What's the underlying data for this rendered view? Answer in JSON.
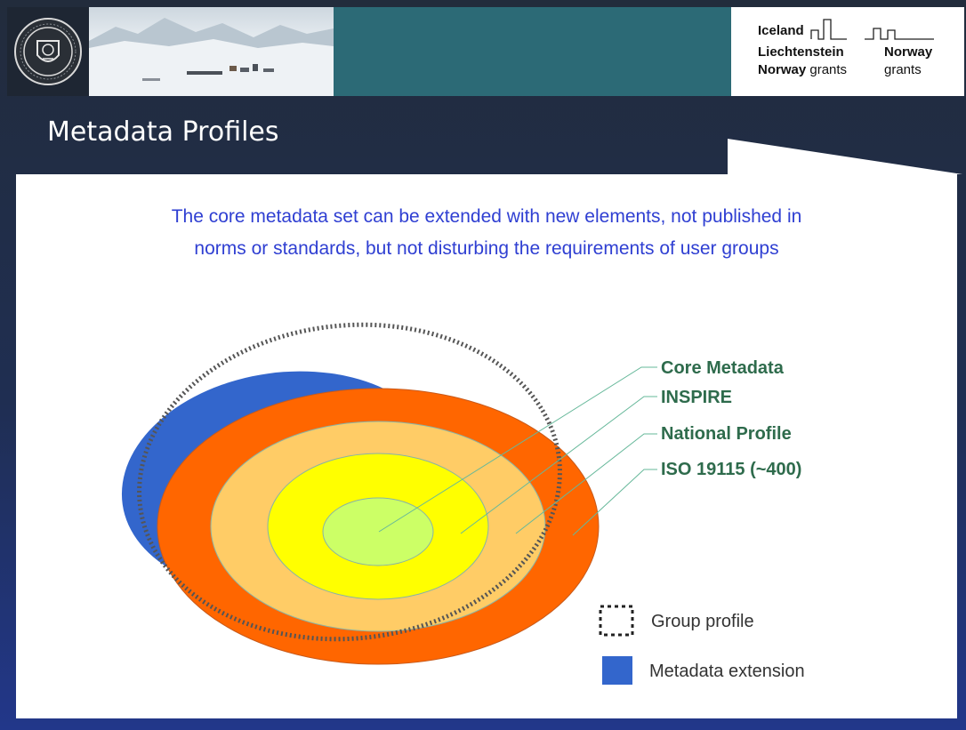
{
  "slide": {
    "title": "Metadata Profiles",
    "intro_line1": "The core metadata set can be extended with new elements, not published in",
    "intro_line2": "norms or standards, but not disturbing the requirements of user groups"
  },
  "header": {
    "grants_logo": {
      "iceland": "Iceland",
      "liechtenstein": "Liechtenstein",
      "norway_bold": "Norway",
      "grants_left": "grants",
      "norway_right": "Norway",
      "grants_right": "grants"
    }
  },
  "diagram": {
    "layer_labels": [
      "Core Metadata",
      "INSPIRE",
      "National Profile",
      "ISO 19115 (~400)"
    ],
    "legend": {
      "group_profile": "Group profile",
      "metadata_extension": "Metadata extension"
    },
    "colors": {
      "core": "#ccff66",
      "inspire": "#ffff00",
      "national": "#ffcc66",
      "iso": "#ff6600",
      "extension": "#3366cc",
      "label": "#2e6b4c",
      "intro_text": "#2f3fd2"
    }
  }
}
